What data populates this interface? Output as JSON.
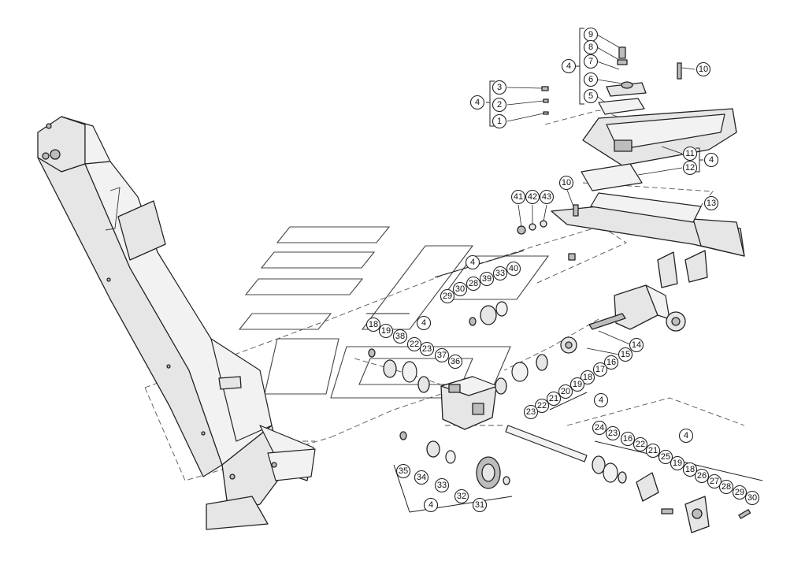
{
  "callouts": [
    {
      "id": "c9",
      "label": "9"
    },
    {
      "id": "c8",
      "label": "8"
    },
    {
      "id": "c7",
      "label": "7"
    },
    {
      "id": "c6",
      "label": "6"
    },
    {
      "id": "c5",
      "label": "5"
    },
    {
      "id": "c4a",
      "label": "4"
    },
    {
      "id": "c10a",
      "label": "10"
    },
    {
      "id": "c3",
      "label": "3"
    },
    {
      "id": "c2",
      "label": "2"
    },
    {
      "id": "c1",
      "label": "1"
    },
    {
      "id": "c4b",
      "label": "4"
    },
    {
      "id": "c11",
      "label": "11"
    },
    {
      "id": "c12",
      "label": "12"
    },
    {
      "id": "c4c",
      "label": "4"
    },
    {
      "id": "c10b",
      "label": "10"
    },
    {
      "id": "c13",
      "label": "13"
    },
    {
      "id": "c41",
      "label": "41"
    },
    {
      "id": "c42",
      "label": "42"
    },
    {
      "id": "c43",
      "label": "43"
    },
    {
      "id": "c4d",
      "label": "4"
    },
    {
      "id": "c29a",
      "label": "29"
    },
    {
      "id": "c30a",
      "label": "30"
    },
    {
      "id": "c28a",
      "label": "28"
    },
    {
      "id": "c39",
      "label": "39"
    },
    {
      "id": "c33a",
      "label": "33"
    },
    {
      "id": "c40",
      "label": "40"
    },
    {
      "id": "c18a",
      "label": "18"
    },
    {
      "id": "c19a",
      "label": "19"
    },
    {
      "id": "c38",
      "label": "38"
    },
    {
      "id": "c4e",
      "label": "4"
    },
    {
      "id": "c22a",
      "label": "22"
    },
    {
      "id": "c23a",
      "label": "23"
    },
    {
      "id": "c37",
      "label": "37"
    },
    {
      "id": "c36",
      "label": "36"
    },
    {
      "id": "c14",
      "label": "14"
    },
    {
      "id": "c15",
      "label": "15"
    },
    {
      "id": "c16a",
      "label": "16"
    },
    {
      "id": "c17",
      "label": "17"
    },
    {
      "id": "c18b",
      "label": "18"
    },
    {
      "id": "c19b",
      "label": "19"
    },
    {
      "id": "c20",
      "label": "20"
    },
    {
      "id": "c21a",
      "label": "21"
    },
    {
      "id": "c22b",
      "label": "22"
    },
    {
      "id": "c23b",
      "label": "23"
    },
    {
      "id": "c4f",
      "label": "4"
    },
    {
      "id": "c24",
      "label": "24"
    },
    {
      "id": "c23c",
      "label": "23"
    },
    {
      "id": "c16b",
      "label": "16"
    },
    {
      "id": "c22c",
      "label": "22"
    },
    {
      "id": "c21b",
      "label": "21"
    },
    {
      "id": "c25",
      "label": "25"
    },
    {
      "id": "c19c",
      "label": "19"
    },
    {
      "id": "c18c",
      "label": "18"
    },
    {
      "id": "c26",
      "label": "26"
    },
    {
      "id": "c27",
      "label": "27"
    },
    {
      "id": "c28b",
      "label": "28"
    },
    {
      "id": "c29b",
      "label": "29"
    },
    {
      "id": "c30b",
      "label": "30"
    },
    {
      "id": "c4g",
      "label": "4"
    },
    {
      "id": "c35",
      "label": "35"
    },
    {
      "id": "c34",
      "label": "34"
    },
    {
      "id": "c33b",
      "label": "33"
    },
    {
      "id": "c32",
      "label": "32"
    },
    {
      "id": "c31",
      "label": "31"
    },
    {
      "id": "c4h",
      "label": "4"
    }
  ]
}
